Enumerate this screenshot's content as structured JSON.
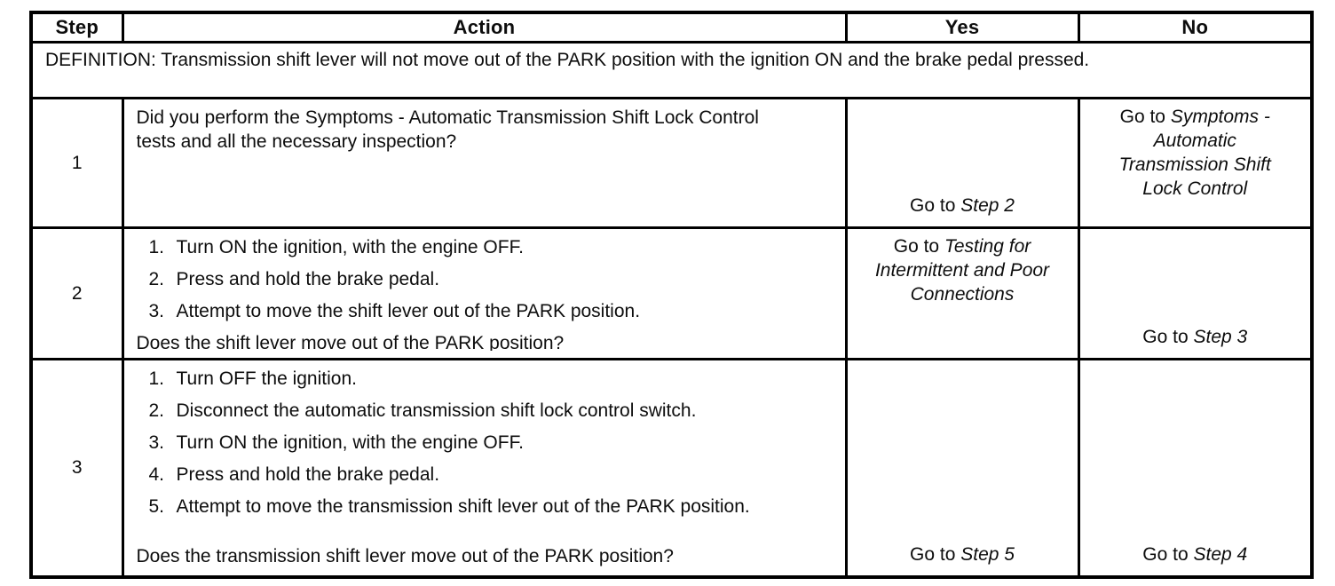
{
  "colors": {
    "background": "#ffffff",
    "border": "#000000",
    "text": "#0d0d0d"
  },
  "table": {
    "headers": {
      "step": "Step",
      "action": "Action",
      "yes": "Yes",
      "no": "No"
    },
    "definition": "DEFINITION: Transmission shift lever will not move out of the PARK position with the ignition ON and the brake pedal pressed.",
    "rows": [
      {
        "step": "1",
        "intro": "Did you perform the Symptoms - Automatic Transmission Shift Lock Control tests and all the necessary inspection?",
        "yes": {
          "prefix": "Go to",
          "target": "Step 2"
        },
        "no": {
          "prefix": "Go to",
          "target": "Symptoms - Automatic Transmission Shift Lock Control"
        }
      },
      {
        "step": "2",
        "items": [
          {
            "num": "1.",
            "text": "Turn ON the ignition, with the engine OFF."
          },
          {
            "num": "2.",
            "text": "Press and hold the brake pedal."
          },
          {
            "num": "3.",
            "text": "Attempt to move the shift lever out of the PARK position."
          }
        ],
        "question": "Does the shift lever move out of the PARK position?",
        "yes": {
          "prefix": "Go to",
          "target": "Testing for Intermittent and Poor Connections"
        },
        "no": {
          "prefix": "Go to",
          "target": "Step 3"
        }
      },
      {
        "step": "3",
        "items": [
          {
            "num": "1.",
            "text": "Turn OFF the ignition."
          },
          {
            "num": "2.",
            "text": "Disconnect the automatic transmission shift lock control switch."
          },
          {
            "num": "3.",
            "text": "Turn ON the ignition, with the engine OFF."
          },
          {
            "num": "4.",
            "text": "Press and hold the brake pedal."
          },
          {
            "num": "5.",
            "text": "Attempt to move the transmission shift lever out of the PARK position."
          }
        ],
        "question": "Does the transmission shift lever move out of the PARK position?",
        "yes": {
          "prefix": "Go to",
          "target": "Step 5"
        },
        "no": {
          "prefix": "Go to",
          "target": "Step 4"
        }
      }
    ]
  }
}
